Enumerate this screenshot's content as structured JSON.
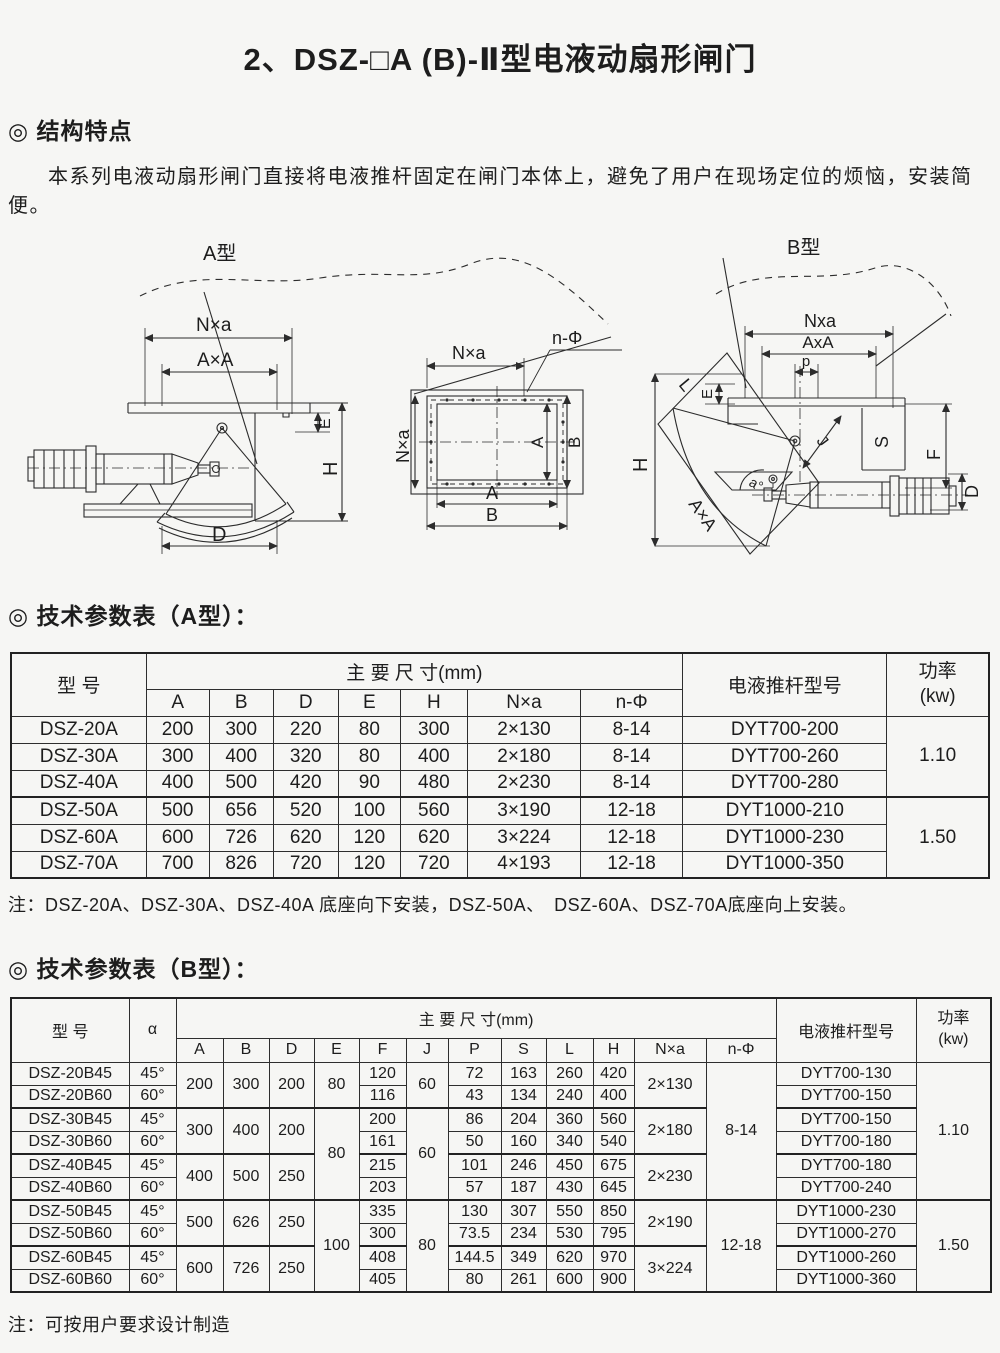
{
  "title": "2、DSZ-□A (B)-Ⅱ型电液动扇形闸门",
  "features": {
    "heading": "◎ 结构特点",
    "body": "本系列电液动扇形闸门直接将电液推杆固定在闸门本体上，避免了用户在现场定位的烦恼，安装简便。"
  },
  "diagrams": {
    "a_title": "A型",
    "b_title": "B型",
    "a": {
      "nxa": "N×a",
      "axa": "A×A",
      "e": "E",
      "h": "H",
      "d": "D"
    },
    "front": {
      "nphi": "n-Φ",
      "nxa_top": "N×a",
      "nxa_left": "N×a",
      "a_bottom": "A",
      "b_bottom": "B",
      "a_right": "A",
      "b_right": "B"
    },
    "b": {
      "nxa": "Nxa",
      "axa": "AxA",
      "p": "p",
      "e": "E",
      "l": "L",
      "s": "S",
      "f": "F",
      "h": "H",
      "j": "J",
      "a_deg": "a°",
      "axa2": "A×A",
      "d": "D"
    }
  },
  "table_a": {
    "heading": "◎ 技术参数表（A型）：",
    "header": {
      "model": "型 号",
      "dims": "主 要 尺 寸(mm)",
      "cols": [
        "A",
        "B",
        "D",
        "E",
        "H",
        "N×a",
        "n-Φ"
      ],
      "actuator": "电液推杆型号",
      "power1": "功率",
      "power2": "(kw)"
    },
    "rows": [
      {
        "model": "DSZ-20A",
        "a": "200",
        "b": "300",
        "d": "220",
        "e": "80",
        "h": "300",
        "nxa": "2×130",
        "nphi": "8-14",
        "act": "DYT700-200"
      },
      {
        "model": "DSZ-30A",
        "a": "300",
        "b": "400",
        "d": "320",
        "e": "80",
        "h": "400",
        "nxa": "2×180",
        "nphi": "8-14",
        "act": "DYT700-260"
      },
      {
        "model": "DSZ-40A",
        "a": "400",
        "b": "500",
        "d": "420",
        "e": "90",
        "h": "480",
        "nxa": "2×230",
        "nphi": "8-14",
        "act": "DYT700-280"
      },
      {
        "model": "DSZ-50A",
        "a": "500",
        "b": "656",
        "d": "520",
        "e": "100",
        "h": "560",
        "nxa": "3×190",
        "nphi": "12-18",
        "act": "DYT1000-210"
      },
      {
        "model": "DSZ-60A",
        "a": "600",
        "b": "726",
        "d": "620",
        "e": "120",
        "h": "620",
        "nxa": "3×224",
        "nphi": "12-18",
        "act": "DYT1000-230"
      },
      {
        "model": "DSZ-70A",
        "a": "700",
        "b": "826",
        "d": "720",
        "e": "120",
        "h": "720",
        "nxa": "4×193",
        "nphi": "12-18",
        "act": "DYT1000-350"
      }
    ],
    "power": [
      "1.10",
      "1.50"
    ],
    "note": "注：DSZ-20A、DSZ-30A、DSZ-40A 底座向下安装，DSZ-50A、　DSZ-60A、DSZ-70A底座向上安装。"
  },
  "table_b": {
    "heading": "◎ 技术参数表（B型）：",
    "header": {
      "model": "型 号",
      "alpha": "α",
      "dims": "主 要 尺 寸(mm)",
      "cols": [
        "A",
        "B",
        "D",
        "E",
        "F",
        "J",
        "P",
        "S",
        "L",
        "H",
        "N×a",
        "n-Φ"
      ],
      "actuator": "电液推杆型号",
      "power1": "功率",
      "power2": "(kw)"
    },
    "rows": [
      {
        "model": "DSZ-20B45",
        "alpha": "45°",
        "f": "120",
        "p": "72",
        "s": "163",
        "l": "260",
        "h": "420",
        "act": "DYT700-130"
      },
      {
        "model": "DSZ-20B60",
        "alpha": "60°",
        "f": "116",
        "p": "43",
        "s": "134",
        "l": "240",
        "h": "400",
        "act": "DYT700-150"
      },
      {
        "model": "DSZ-30B45",
        "alpha": "45°",
        "f": "200",
        "p": "86",
        "s": "204",
        "l": "360",
        "h": "560",
        "act": "DYT700-150"
      },
      {
        "model": "DSZ-30B60",
        "alpha": "60°",
        "f": "161",
        "p": "50",
        "s": "160",
        "l": "340",
        "h": "540",
        "act": "DYT700-180"
      },
      {
        "model": "DSZ-40B45",
        "alpha": "45°",
        "f": "215",
        "p": "101",
        "s": "246",
        "l": "450",
        "h": "675",
        "act": "DYT700-180"
      },
      {
        "model": "DSZ-40B60",
        "alpha": "60°",
        "f": "203",
        "p": "57",
        "s": "187",
        "l": "430",
        "h": "645",
        "act": "DYT700-240"
      },
      {
        "model": "DSZ-50B45",
        "alpha": "45°",
        "f": "335",
        "p": "130",
        "s": "307",
        "l": "550",
        "h": "850",
        "act": "DYT1000-230"
      },
      {
        "model": "DSZ-50B60",
        "alpha": "60°",
        "f": "300",
        "p": "73.5",
        "s": "234",
        "l": "530",
        "h": "795",
        "act": "DYT1000-270"
      },
      {
        "model": "DSZ-60B45",
        "alpha": "45°",
        "f": "408",
        "p": "144.5",
        "s": "349",
        "l": "620",
        "h": "970",
        "act": "DYT1000-260"
      },
      {
        "model": "DSZ-60B60",
        "alpha": "60°",
        "f": "405",
        "p": "80",
        "s": "261",
        "l": "600",
        "h": "900",
        "act": "DYT1000-360"
      }
    ],
    "ab": [
      {
        "a": "200",
        "b": "300",
        "d": "200"
      },
      {
        "a": "300",
        "b": "400",
        "d": "200"
      },
      {
        "a": "400",
        "b": "500",
        "d": "250"
      },
      {
        "a": "500",
        "b": "626",
        "d": "250"
      },
      {
        "a": "600",
        "b": "726",
        "d": "250"
      }
    ],
    "e": [
      "80",
      "80",
      "100"
    ],
    "j": [
      "60",
      "60",
      "80"
    ],
    "nxa": [
      "2×130",
      "2×180",
      "2×230",
      "2×190",
      "3×224"
    ],
    "nphi": [
      "8-14",
      "12-18"
    ],
    "power": [
      "1.10",
      "1.50"
    ],
    "note": "注：可按用户要求设计制造"
  }
}
